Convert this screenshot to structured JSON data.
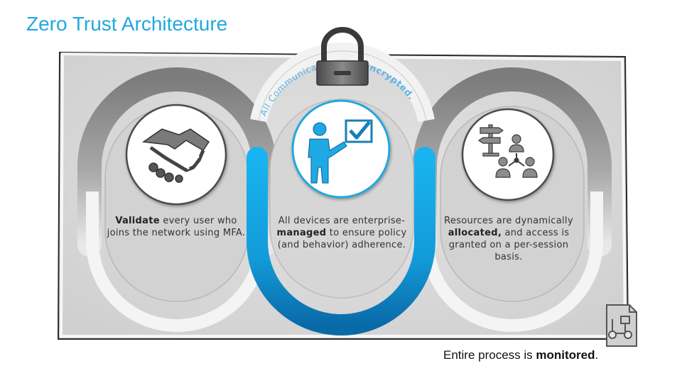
{
  "title": "Zero Trust Architecture",
  "arc_text": {
    "prefix": "All Communications are ",
    "emphasis": "encrypted."
  },
  "pillars": [
    {
      "icon": "handshake-icon",
      "lead": "",
      "bold": "Validate",
      "rest": " every user who joins the network using MFA."
    },
    {
      "icon": "presenter-checkbox-icon",
      "lead": "All devices are enterprise-",
      "bold": "managed",
      "rest": " to ensure policy (and behavior) adherence."
    },
    {
      "icon": "signpost-people-icon",
      "lead": "Resources are dynamically ",
      "bold": "allocated,",
      "rest": " and access is granted on a per-session basis."
    }
  ],
  "footer": {
    "prefix": "Entire process is ",
    "bold": "monitored",
    "suffix": "."
  },
  "colors": {
    "title": "#22a8dc",
    "accent_blue": "#1ab0ee",
    "deep_blue": "#0a6fb5",
    "panel_gray": "#d8d8d8",
    "band_gray": "#8a8a8a"
  }
}
